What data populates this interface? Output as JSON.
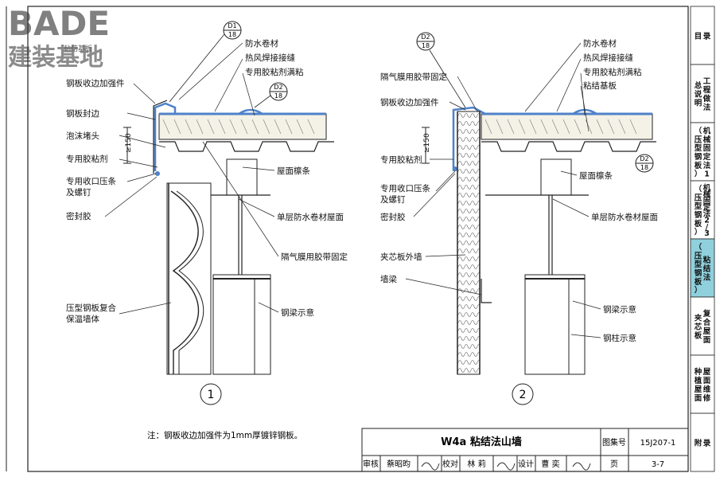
{
  "brand": {
    "logo": "BADE",
    "name": "建装基地",
    "watermark": "粘结基板"
  },
  "side_tabs": [
    {
      "lines": [
        "目",
        "录"
      ]
    },
    {
      "lines": [
        "总说明",
        "工程做法"
      ]
    },
    {
      "lines": [
        "（压型钢板）",
        "机械固定法1"
      ]
    },
    {
      "lines": [
        "（压型钢板）",
        "机械固定法2/3"
      ]
    },
    {
      "lines": [
        "（压型钢板）",
        "粘结法"
      ]
    },
    {
      "lines": [
        "夹芯板",
        "复合屋面"
      ]
    },
    {
      "lines": [
        "种植屋面",
        "屋面维修"
      ]
    },
    {
      "lines": [
        "附",
        "录"
      ]
    }
  ],
  "active_tab": 4,
  "detail1": {
    "number": "1",
    "callout_top": {
      "top": "D1",
      "bottom": "18"
    },
    "callout_mid": {
      "top": "D2",
      "bottom": "18"
    },
    "dim": "≥150",
    "labels_left": [
      "钢板收边加强件",
      "钢板封边",
      "泡沫堵头",
      "专用胶粘剂",
      "专用收口压条",
      "及螺钉",
      "密封胶",
      "压型钢板复合",
      "保温墙体"
    ],
    "labels_right": [
      "防水卷材",
      "热风焊接接缝",
      "专用胶粘剂满粘",
      "屋面檩条",
      "单层防水卷材屋面",
      "隔气膜用胶带固定",
      "钢梁示意"
    ]
  },
  "detail2": {
    "number": "2",
    "callout_top": {
      "top": "D2",
      "bottom": "18"
    },
    "callout_mid": {
      "top": "D2",
      "bottom": "18"
    },
    "dim": "≥150",
    "labels_left": [
      "隔气膜用胶带固定",
      "钢板收边加强件",
      "专用胶粘剂",
      "专用收口压条",
      "及螺钉",
      "密封胶",
      "夹芯板外墙",
      "墙梁"
    ],
    "labels_right": [
      "防水卷材",
      "热风焊接接缝",
      "专用胶粘剂满粘",
      "粘结基板",
      "屋面檩条",
      "单层防水卷材屋面",
      "钢梁示意",
      "钢柱示意"
    ]
  },
  "note": "注：钢板收边加强件为1mm厚镀锌钢板。",
  "title_block": {
    "title": "W4a 粘结法山墙",
    "atlas_label": "图集号",
    "atlas_no": "15J207-1",
    "review_label": "审核",
    "reviewer": "蔡昭昀",
    "check_label": "校对",
    "checker": "林 莉",
    "design_label": "设计",
    "designer": "曹 奕",
    "page_label": "页",
    "page_no": "3-7"
  },
  "colors": {
    "membrane": "#4f82c8",
    "insulation": "#f4f1e6",
    "line": "#1a1a1a",
    "active_tab": "#8fd0dc"
  }
}
